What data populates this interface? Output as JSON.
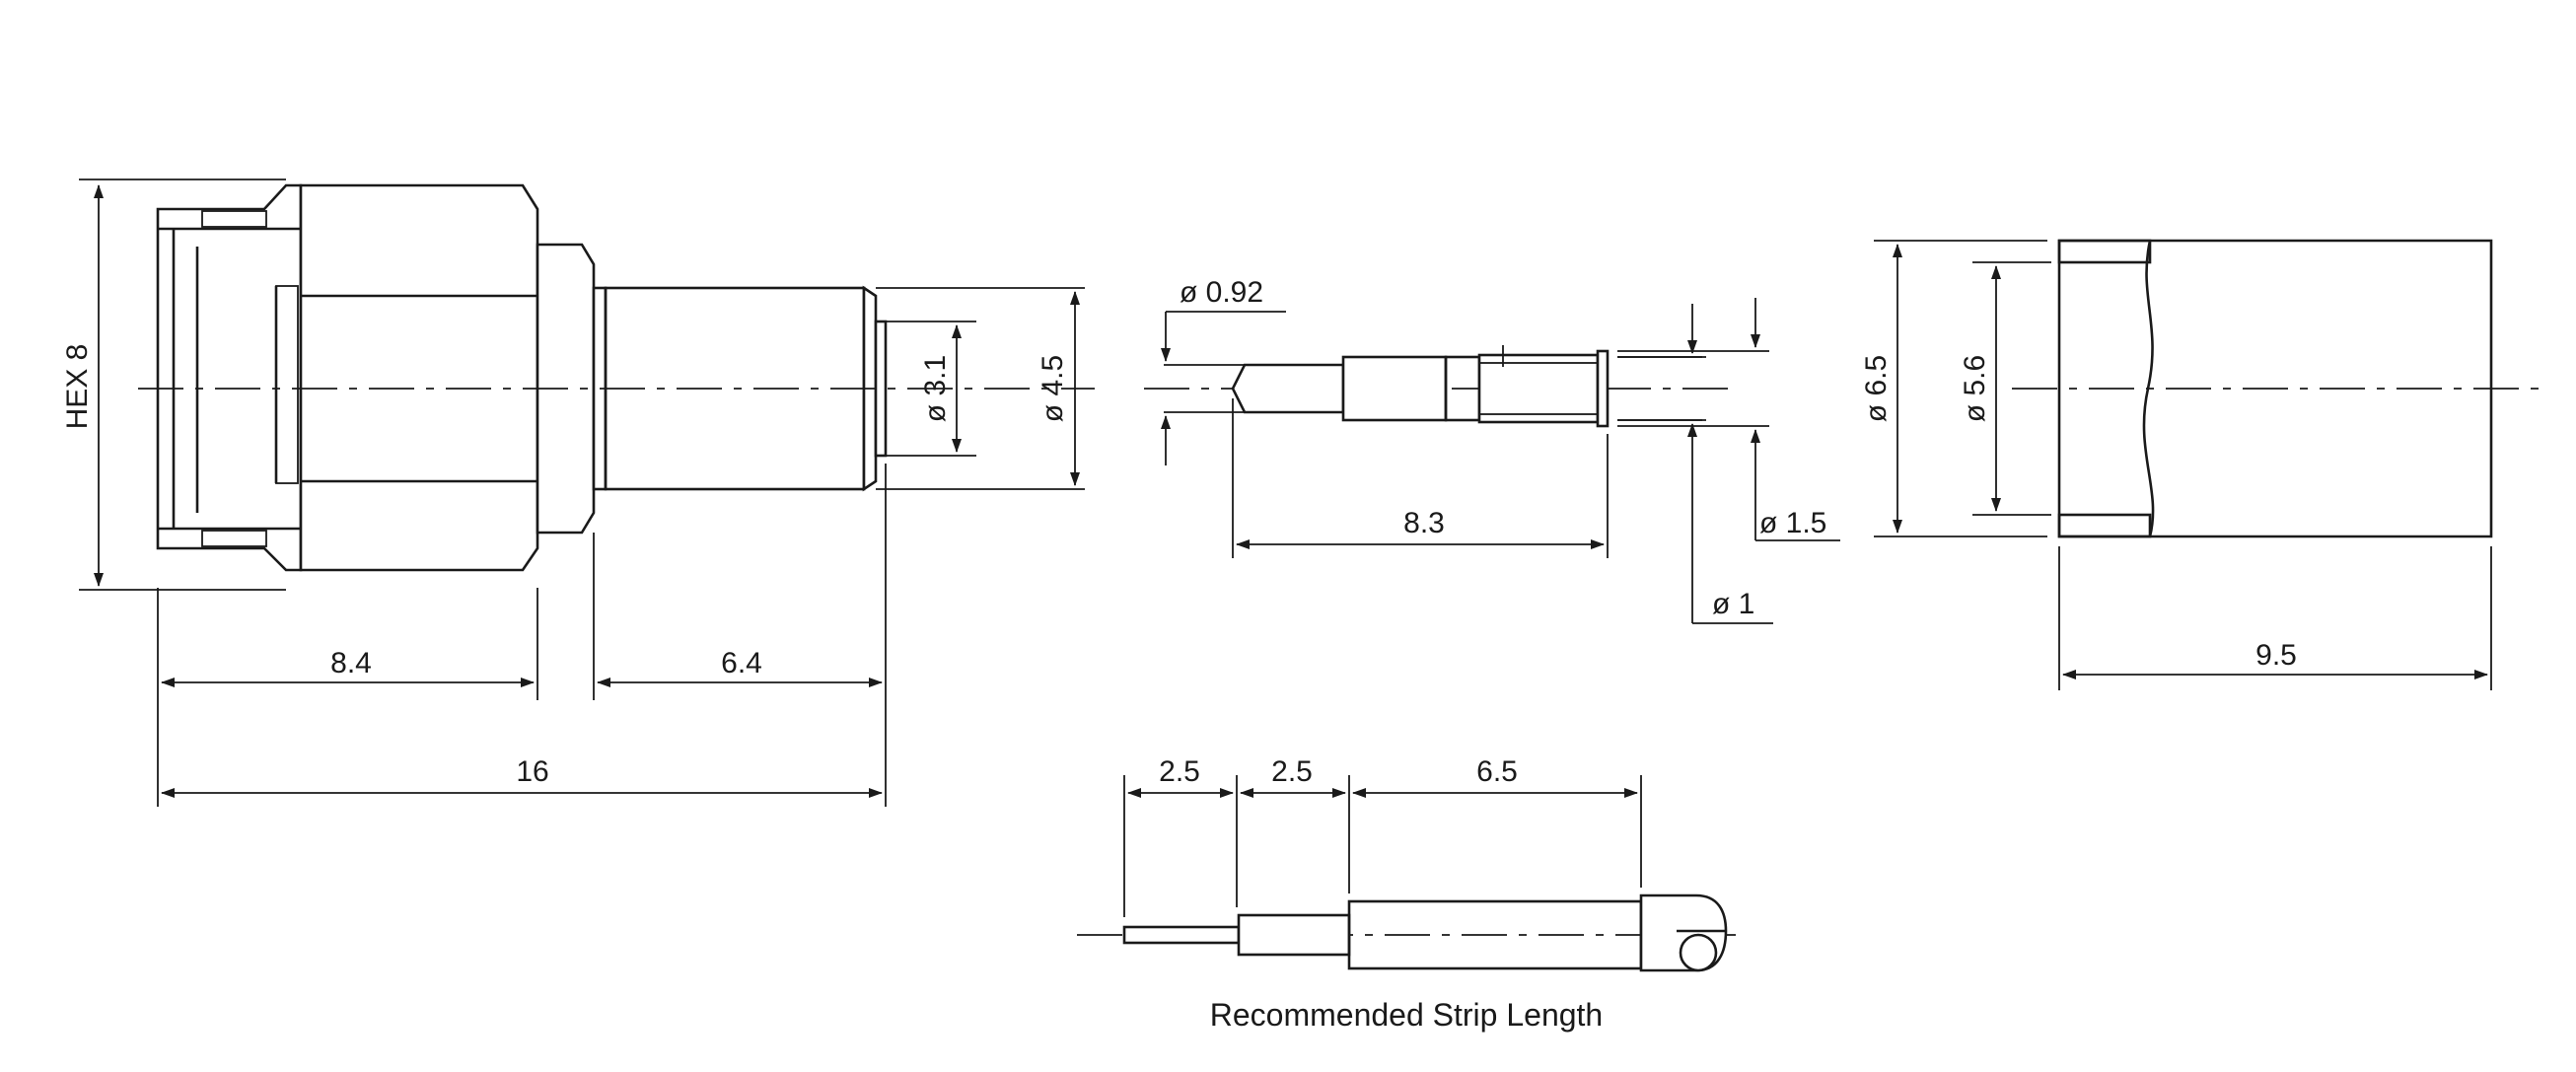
{
  "drawing": {
    "hex_label": "HEX 8",
    "plug": {
      "len_front": "8.4",
      "len_rear": "6.4",
      "len_total": "16",
      "dia_inner": "ø 3.1",
      "dia_outer": "ø 4.5"
    },
    "pin": {
      "dia_tip": "ø 0.92",
      "length": "8.3",
      "dia_outer": "ø 1.5",
      "dia_inner": "ø 1"
    },
    "sleeve": {
      "dia_outer": "ø 6.5",
      "dia_inner": "ø 5.6",
      "length": "9.5"
    },
    "strip": {
      "seg1": "2.5",
      "seg2": "2.5",
      "seg3": "6.5",
      "caption": "Recommended Strip Length"
    }
  }
}
